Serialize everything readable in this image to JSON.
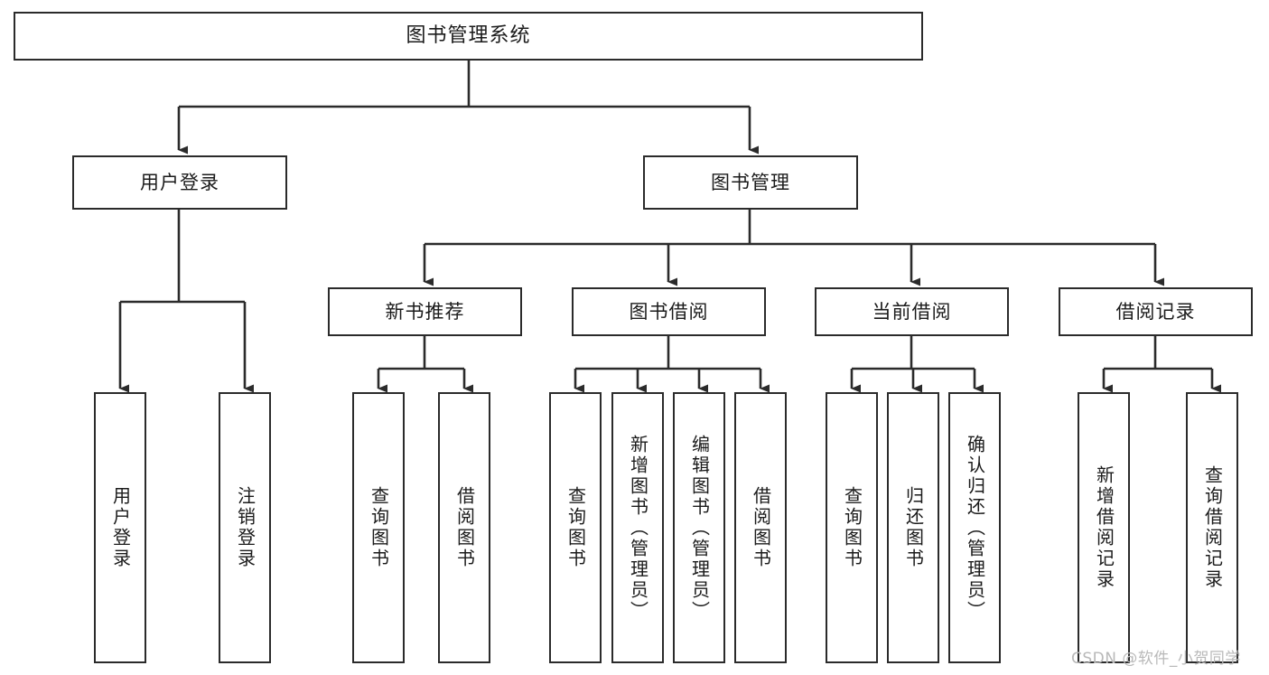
{
  "diagram": {
    "type": "tree-hierarchy-diagram",
    "title": "图书管理系统",
    "watermark": "CSDN @软件_小贺同学",
    "colors": {
      "stroke": "#2b2b2b",
      "fill": "#ffffff",
      "text": "#1b1b1b",
      "watermark": "#b9b9b9"
    },
    "nodes": {
      "root": {
        "label": "图书管理系统",
        "level": 0,
        "orientation": "horizontal"
      },
      "level1": [
        {
          "id": "user-login",
          "label": "用户登录",
          "orientation": "horizontal"
        },
        {
          "id": "book-manage",
          "label": "图书管理",
          "orientation": "horizontal"
        }
      ],
      "level2": [
        {
          "id": "new-book-recommend",
          "label": "新书推荐",
          "parent": "book-manage",
          "orientation": "horizontal"
        },
        {
          "id": "book-borrow",
          "label": "图书借阅",
          "parent": "book-manage",
          "orientation": "horizontal"
        },
        {
          "id": "current-borrow",
          "label": "当前借阅",
          "parent": "book-manage",
          "orientation": "horizontal"
        },
        {
          "id": "borrow-record",
          "label": "借阅记录",
          "parent": "book-manage",
          "orientation": "horizontal"
        }
      ],
      "leaves": [
        {
          "id": "leaf-user-login",
          "label": "用户登录",
          "parent": "user-login",
          "orientation": "vertical"
        },
        {
          "id": "leaf-user-logout",
          "label": "注销登录",
          "parent": "user-login",
          "orientation": "vertical"
        },
        {
          "id": "leaf-query-book-1",
          "label": "查询图书",
          "parent": "new-book-recommend",
          "orientation": "vertical"
        },
        {
          "id": "leaf-borrow-book-1",
          "label": "借阅图书",
          "parent": "new-book-recommend",
          "orientation": "vertical"
        },
        {
          "id": "leaf-query-book-2",
          "label": "查询图书",
          "parent": "book-borrow",
          "orientation": "vertical"
        },
        {
          "id": "leaf-add-book",
          "label": "新增图书（管理员）",
          "parent": "book-borrow",
          "orientation": "vertical"
        },
        {
          "id": "leaf-edit-book",
          "label": "编辑图书（管理员）",
          "parent": "book-borrow",
          "orientation": "vertical"
        },
        {
          "id": "leaf-borrow-book-2",
          "label": "借阅图书",
          "parent": "book-borrow",
          "orientation": "vertical"
        },
        {
          "id": "leaf-query-book-3",
          "label": "查询图书",
          "parent": "current-borrow",
          "orientation": "vertical"
        },
        {
          "id": "leaf-return-book",
          "label": "归还图书",
          "parent": "current-borrow",
          "orientation": "vertical"
        },
        {
          "id": "leaf-confirm-return",
          "label": "确认归还（管理员）",
          "parent": "current-borrow",
          "orientation": "vertical"
        },
        {
          "id": "leaf-add-record",
          "label": "新增借阅记录",
          "parent": "borrow-record",
          "orientation": "vertical"
        },
        {
          "id": "leaf-query-record",
          "label": "查询借阅记录",
          "parent": "borrow-record",
          "orientation": "vertical"
        }
      ]
    }
  }
}
